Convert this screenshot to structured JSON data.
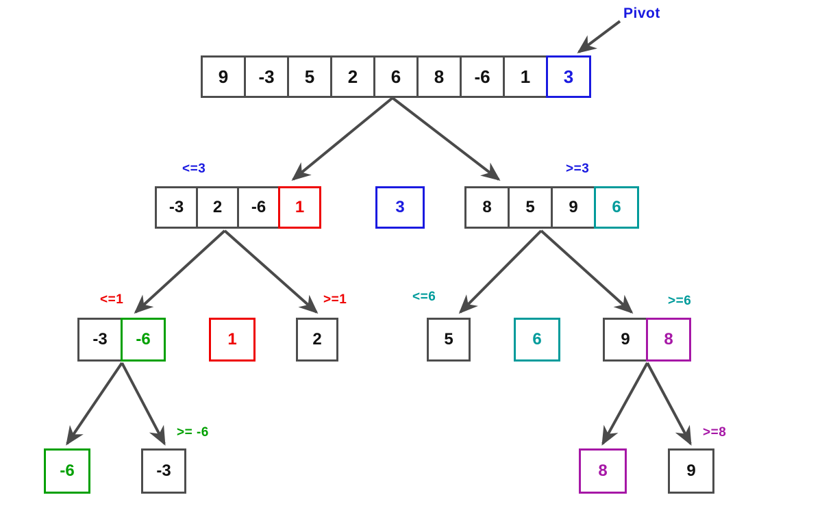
{
  "diagram": {
    "title": "quicksort-partition-tree",
    "pivot_label": "Pivot",
    "colors": {
      "default_border": "#4d4d4d",
      "default_text": "#111111",
      "blue": "#1a1ae0",
      "red": "#ee0000",
      "green": "#00a000",
      "teal": "#009b9b",
      "purple": "#a617a6",
      "arrow": "#4a4a4a",
      "background": "#ffffff"
    },
    "levels": [
      {
        "name": "root",
        "nodes": [
          {
            "id": "root-array",
            "cells": [
              {
                "value": "9",
                "color": "default"
              },
              {
                "value": "-3",
                "color": "default"
              },
              {
                "value": "5",
                "color": "default"
              },
              {
                "value": "2",
                "color": "default"
              },
              {
                "value": "6",
                "color": "default"
              },
              {
                "value": "8",
                "color": "default"
              },
              {
                "value": "-6",
                "color": "default"
              },
              {
                "value": "1",
                "color": "default"
              },
              {
                "value": "3",
                "color": "blue"
              }
            ]
          }
        ]
      },
      {
        "name": "level-2",
        "nodes": [
          {
            "id": "left-partition",
            "label": "<=3",
            "label_color": "blue",
            "cells": [
              {
                "value": "-3",
                "color": "default"
              },
              {
                "value": "2",
                "color": "default"
              },
              {
                "value": "-6",
                "color": "default"
              },
              {
                "value": "1",
                "color": "red"
              }
            ]
          },
          {
            "id": "pivot-3",
            "cells": [
              {
                "value": "3",
                "color": "blue"
              }
            ]
          },
          {
            "id": "right-partition",
            "label": ">=3",
            "label_color": "blue",
            "cells": [
              {
                "value": "8",
                "color": "default"
              },
              {
                "value": "5",
                "color": "default"
              },
              {
                "value": "9",
                "color": "default"
              },
              {
                "value": "6",
                "color": "teal"
              }
            ]
          }
        ]
      },
      {
        "name": "level-3",
        "nodes": [
          {
            "id": "left-left-partition",
            "label": "<=1",
            "label_color": "red",
            "cells": [
              {
                "value": "-3",
                "color": "default"
              },
              {
                "value": "-6",
                "color": "green"
              }
            ]
          },
          {
            "id": "pivot-1",
            "cells": [
              {
                "value": "1",
                "color": "red"
              }
            ]
          },
          {
            "id": "left-right-partition",
            "label": ">=1",
            "label_color": "red",
            "cells": [
              {
                "value": "2",
                "color": "default"
              }
            ]
          },
          {
            "id": "right-left-partition",
            "label": "<=6",
            "label_color": "teal",
            "cells": [
              {
                "value": "5",
                "color": "default"
              }
            ]
          },
          {
            "id": "pivot-6",
            "cells": [
              {
                "value": "6",
                "color": "teal"
              }
            ]
          },
          {
            "id": "right-right-partition",
            "label": ">=6",
            "label_color": "teal",
            "cells": [
              {
                "value": "9",
                "color": "default"
              },
              {
                "value": "8",
                "color": "purple"
              }
            ]
          }
        ]
      },
      {
        "name": "level-4",
        "nodes": [
          {
            "id": "pivot-minus6",
            "cells": [
              {
                "value": "-6",
                "color": "green"
              }
            ]
          },
          {
            "id": "leaf-minus3",
            "label": ">= -6",
            "label_color": "green",
            "cells": [
              {
                "value": "-3",
                "color": "default"
              }
            ]
          },
          {
            "id": "pivot-8",
            "cells": [
              {
                "value": "8",
                "color": "purple"
              }
            ]
          },
          {
            "id": "leaf-9",
            "label": ">=8",
            "label_color": "purple",
            "cells": [
              {
                "value": "9",
                "color": "default"
              }
            ]
          }
        ]
      }
    ]
  }
}
